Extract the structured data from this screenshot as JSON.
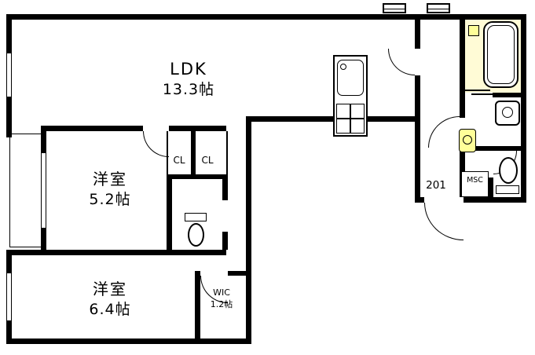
{
  "floor_plan": {
    "unit_number": "201",
    "rooms": {
      "ldk": {
        "name": "LDK",
        "size": "13.3帖"
      },
      "bedroom_1": {
        "name": "洋室",
        "size": "5.2帖"
      },
      "bedroom_2": {
        "name": "洋室",
        "size": "6.4帖"
      },
      "walk_in_closet": {
        "name": "WIC",
        "size": "1.2帖"
      },
      "closet_1": {
        "name": "CL"
      },
      "closet_2": {
        "name": "CL"
      },
      "storage": {
        "name": "MSC"
      }
    },
    "fixtures": [
      "bathtub",
      "kitchen-sink",
      "stove",
      "toilet",
      "toilet",
      "washbasin",
      "washbasin"
    ],
    "colors": {
      "wall": "#000000",
      "background": "#ffffff",
      "bath_floor": "#fffbd6",
      "fixture_accent": "#ffff99"
    }
  }
}
